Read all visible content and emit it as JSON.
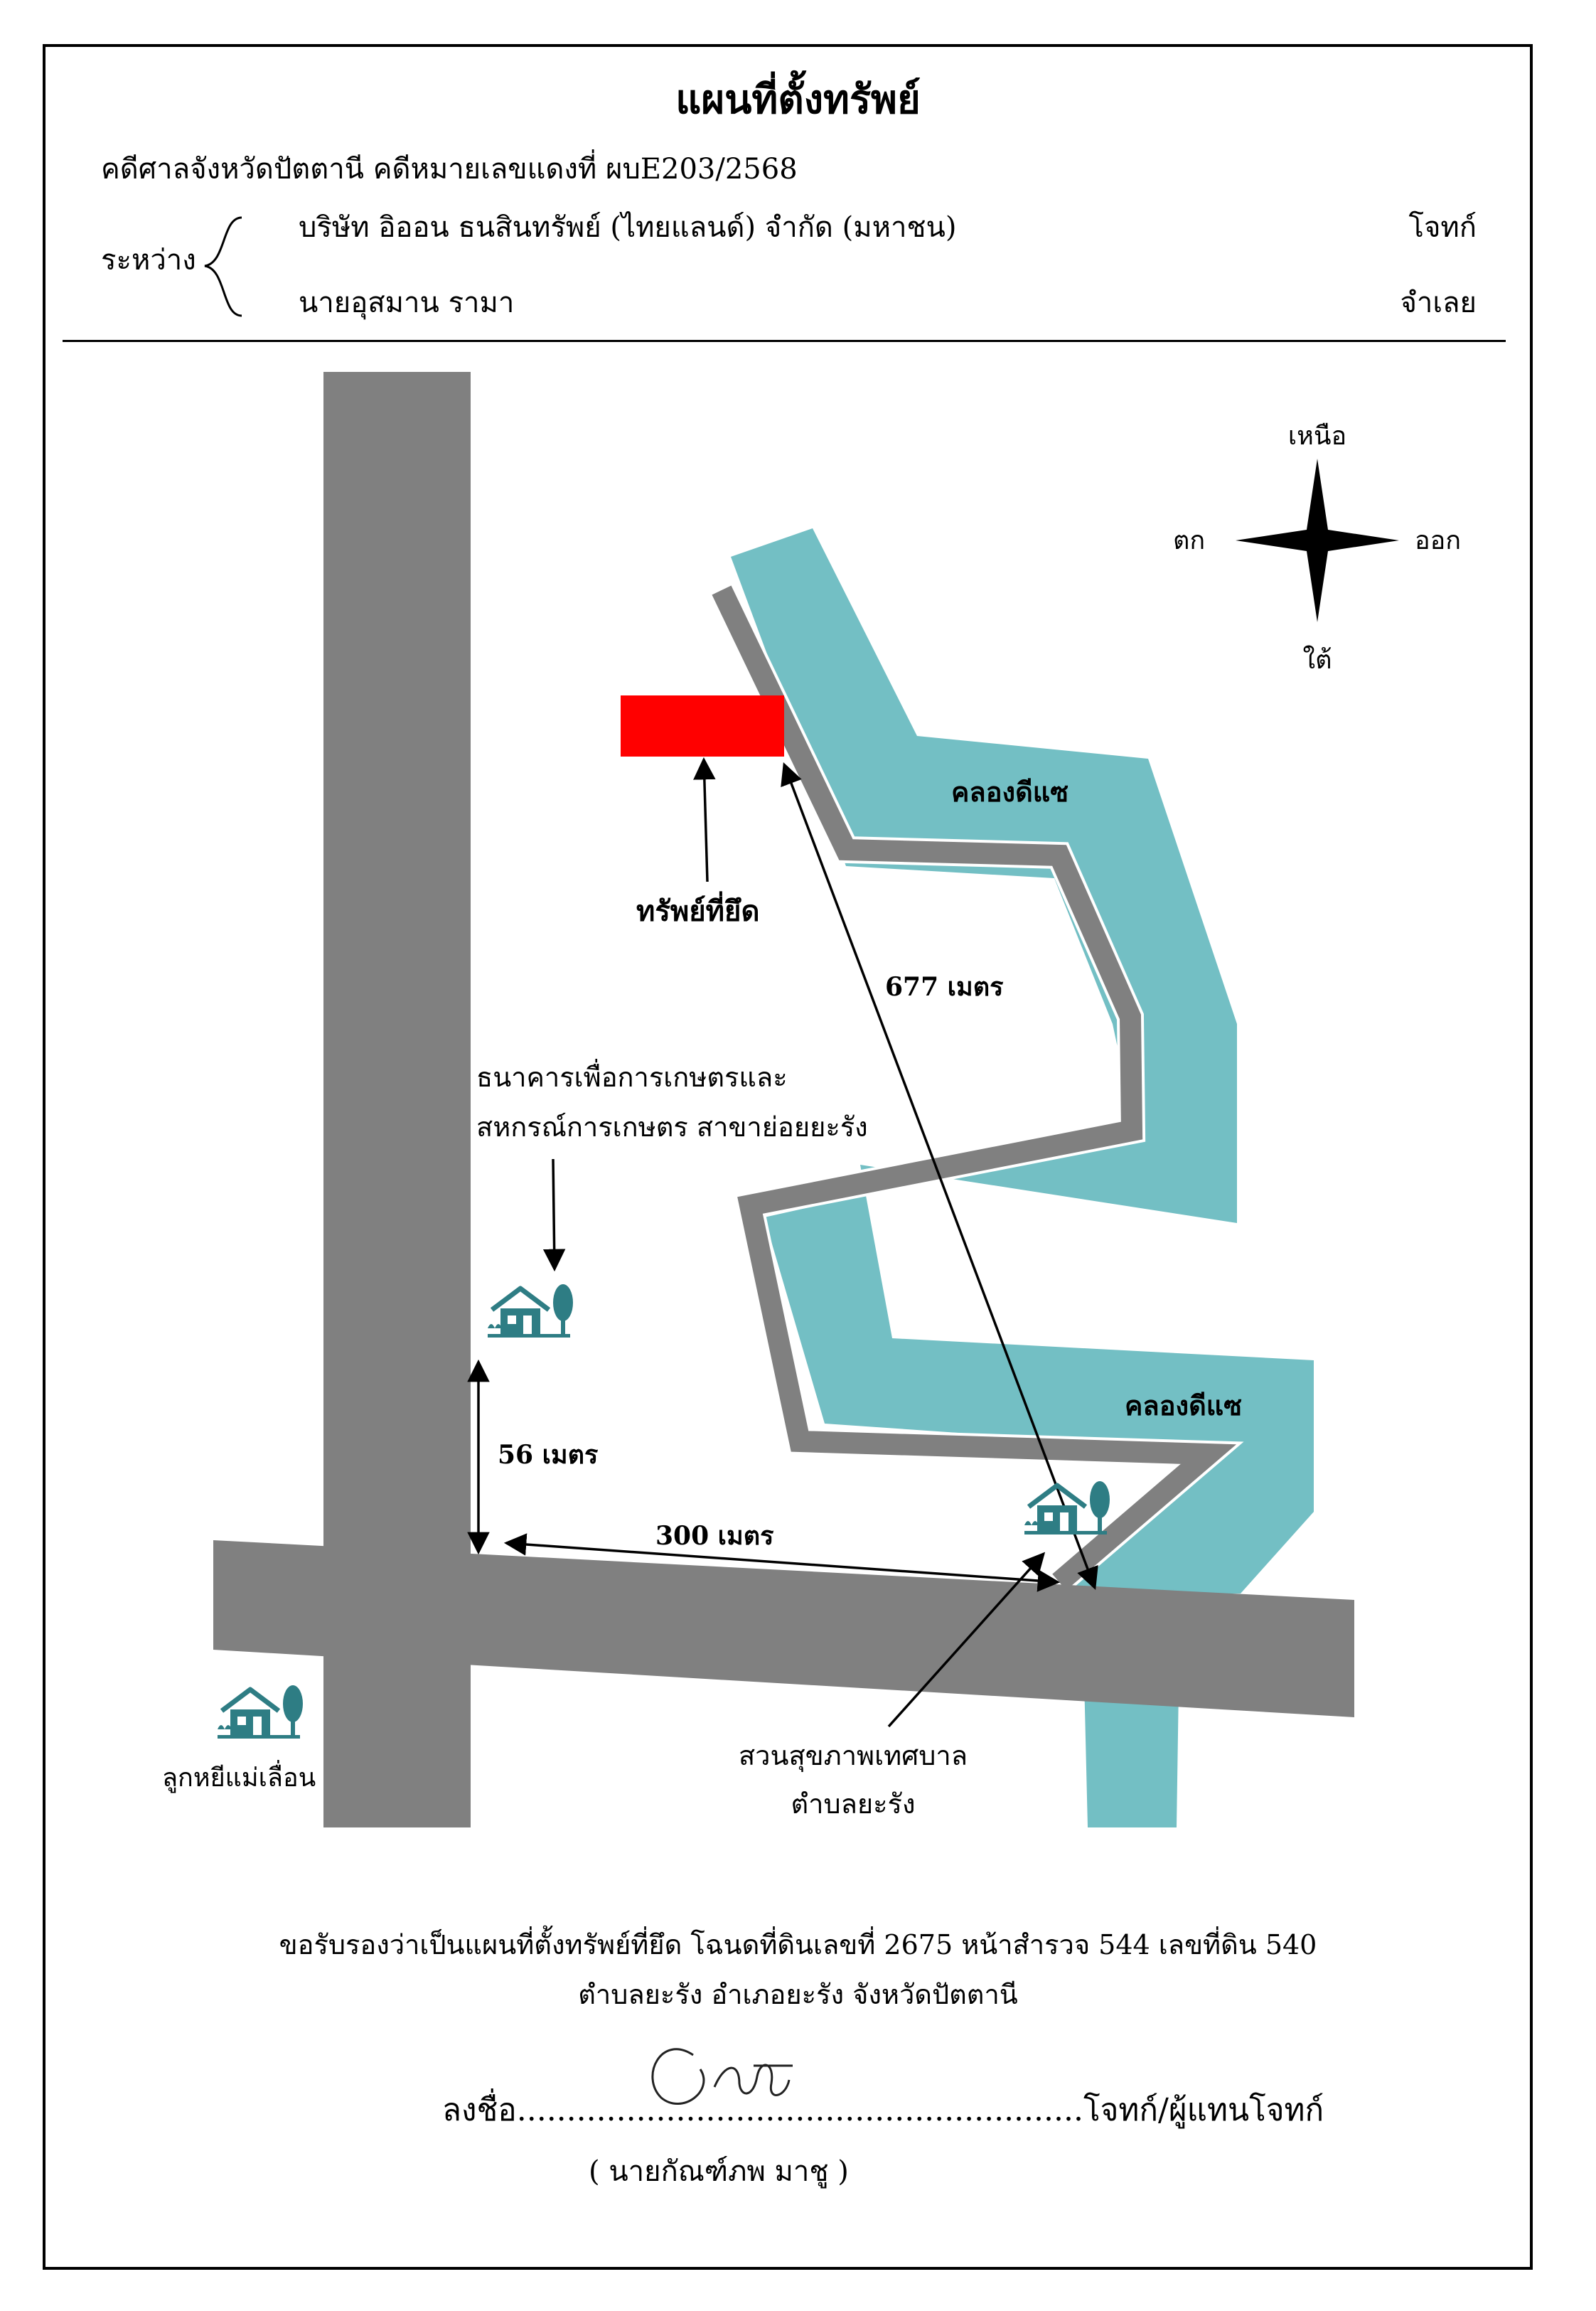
{
  "header": {
    "title": "แผนที่ตั้งทรัพย์",
    "case_line": "คดีศาลจังหวัดปัตตานี คดีหมายเลขแดงที่   ผบE203/2568",
    "between_label": "ระหว่าง",
    "plaintiff": "บริษัท อิออน ธนสินทรัพย์ (ไทยแลนด์) จำกัด (มหาชน)",
    "plaintiff_role": "โจทก์",
    "defendant": "นายอุสมาน รามา",
    "defendant_role": "จำเลย"
  },
  "compass": {
    "north": "เหนือ",
    "south": "ใต้",
    "east": "ออก",
    "west": "ตก"
  },
  "map": {
    "canal_label_1": "คลองดีแซ",
    "canal_label_2": "คลองดีแซ",
    "property_label": "ทรัพย์ที่ยึด",
    "distance_677": "677 เมตร",
    "distance_56": "56 เมตร",
    "distance_300": "300 เมตร",
    "bank_line_1": "ธนาคารเพื่อการเกษตรและ",
    "bank_line_2": "สหกรณ์การเกษตร สาขาย่อยยะรัง",
    "park_line_1": "สวนสุขภาพเทศบาล",
    "park_line_2": "ตำบลยะรัง",
    "landmark_left": "ลูกหยีแม่เลื่อน",
    "colors": {
      "road": "#808080",
      "canal": "#73bfc4",
      "property": "#ff0000",
      "icon": "#2e7d84"
    },
    "icons": [
      "house-tree-icon",
      "house-tree-icon",
      "house-tree-icon",
      "compass-rose-icon"
    ]
  },
  "footer": {
    "cert_line_1": "ขอรับรองว่าเป็นแผนที่ตั้งทรัพย์ที่ยึด โฉนดที่ดินเลขที่ 2675 หน้าสำรวจ 544 เลขที่ดิน 540",
    "cert_line_2": "ตำบลยะรัง อำเภอยะรัง จังหวัดปัตตานี",
    "sign_label": "ลงชื่อ.........................................................โจทก์/ผู้แทนโจทก์",
    "signer_name": "( นายกัณฑ์ภพ  มาชู )"
  }
}
